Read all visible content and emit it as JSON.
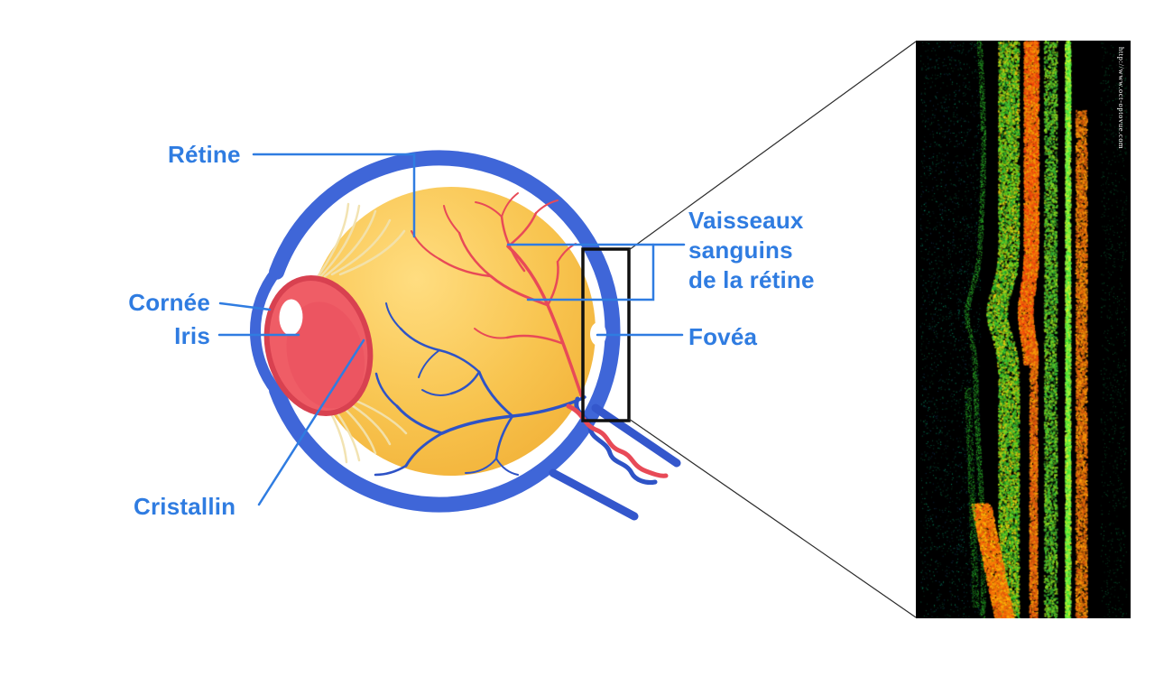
{
  "diagram": {
    "labels": {
      "retine": "Rétine",
      "cornee": "Cornée",
      "iris": "Iris",
      "cristallin": "Cristallin",
      "vaisseaux_lines": [
        "Vaisseaux",
        "sanguins",
        "de la rétine"
      ],
      "fovea": "Fovéa"
    },
    "colors": {
      "label_blue": "#2f7ce1",
      "sclera_blue": "#3f66d8",
      "vessel_red": "#e84a57",
      "vessel_blue": "#2e53c6",
      "interior_yellow": "#f6bc3f",
      "lens_red": "#ef5d66",
      "roi_outline": "#101010"
    }
  },
  "oct": {
    "watermark": "http://www.oct-optovue.com"
  }
}
